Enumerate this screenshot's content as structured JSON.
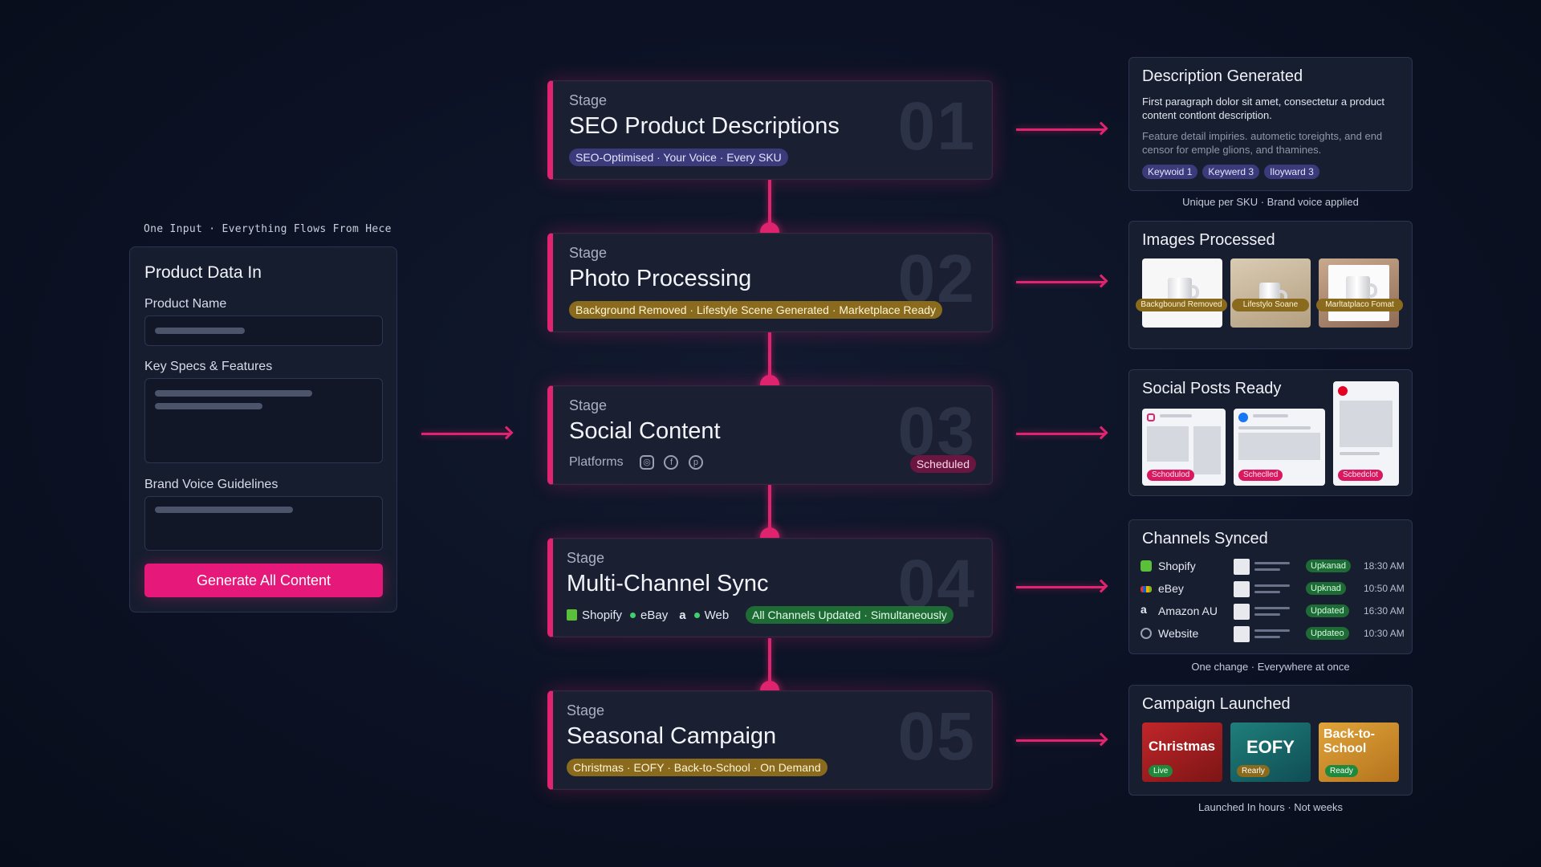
{
  "input_panel": {
    "caption": "One Input · Everything Flows From Hece",
    "title": "Product Data In",
    "fields": [
      {
        "label": "Product Name"
      },
      {
        "label": "Key Specs & Features"
      },
      {
        "label": "Brand Voice Guidelines"
      }
    ],
    "button_label": "Generate All Content"
  },
  "stages": [
    {
      "kicker": "Stage",
      "title": "SEO Product Descriptions",
      "number": "01",
      "pill": "SEO-Optimised · Your Voice · Every SKU"
    },
    {
      "kicker": "Stage",
      "title": "Photo Processing",
      "number": "02",
      "pill": "Background Removed · Lifestyle Scene Generated · Marketplace Ready"
    },
    {
      "kicker": "Stage",
      "title": "Social Content",
      "number": "03",
      "platforms_label": "Platforms",
      "platform_icons": [
        "instagram-icon",
        "facebook-icon",
        "pinterest-icon"
      ],
      "status": "Scheduled"
    },
    {
      "kicker": "Stage",
      "title": "Multi-Channel Sync",
      "number": "04",
      "channels": [
        "Shopify",
        "eBay",
        "Web"
      ],
      "pill": "All Channels Updated · Simultaneously"
    },
    {
      "kicker": "Stage",
      "title": "Seasonal Campaign",
      "number": "05",
      "pill": "Christmas · EOFY · Back-to-School · On Demand"
    }
  ],
  "results": {
    "description": {
      "title": "Description Generated",
      "para1": "First paragraph dolor sit amet, consectetur a product content contlont description.",
      "para2": "Feature detail impiries. autometic toreights, and end censor for emple glions, and thamines.",
      "tags": [
        "Keywoid 1",
        "Keywerd 3",
        "Iloyward 3"
      ],
      "caption": "Unique per SKU · Brand voice applied"
    },
    "images": {
      "title": "Images Processed",
      "labels": [
        "Backgbound Removed",
        "Lifestylo Soane",
        "Marltatplaco Fomat"
      ]
    },
    "social": {
      "title": "Social Posts Ready",
      "badges": [
        "Schodulod",
        "Scheclled",
        "Scbedclot"
      ]
    },
    "channels": {
      "title": "Channels Synced",
      "rows": [
        {
          "name": "Shopify",
          "status": "Upkanad",
          "time": "18:30 AM",
          "icon_color": "#5bbf3a"
        },
        {
          "name": "eBey",
          "status": "Upknad",
          "time": "10:50 AM",
          "icon_color": "#e53238"
        },
        {
          "name": "Amazon AU",
          "status": "Updated",
          "time": "16:30 AM",
          "icon_color": "#e9ecf4"
        },
        {
          "name": "Website",
          "status": "Updateo",
          "time": "10:30 AM",
          "icon_color": "#9aa0b4"
        }
      ],
      "caption": "One change · Everywhere at once"
    },
    "campaign": {
      "title": "Campaign Launched",
      "tiles": [
        {
          "name": "Christmas",
          "badge": "Live"
        },
        {
          "name": "EOFY",
          "badge": "Rearly"
        },
        {
          "name": "Back-to-School",
          "badge": "Ready"
        }
      ],
      "caption": "Launched In hours · Not weeks"
    }
  },
  "colors": {
    "accent": "#e0246f",
    "button": "#e6197a",
    "background": "#0c1224"
  }
}
